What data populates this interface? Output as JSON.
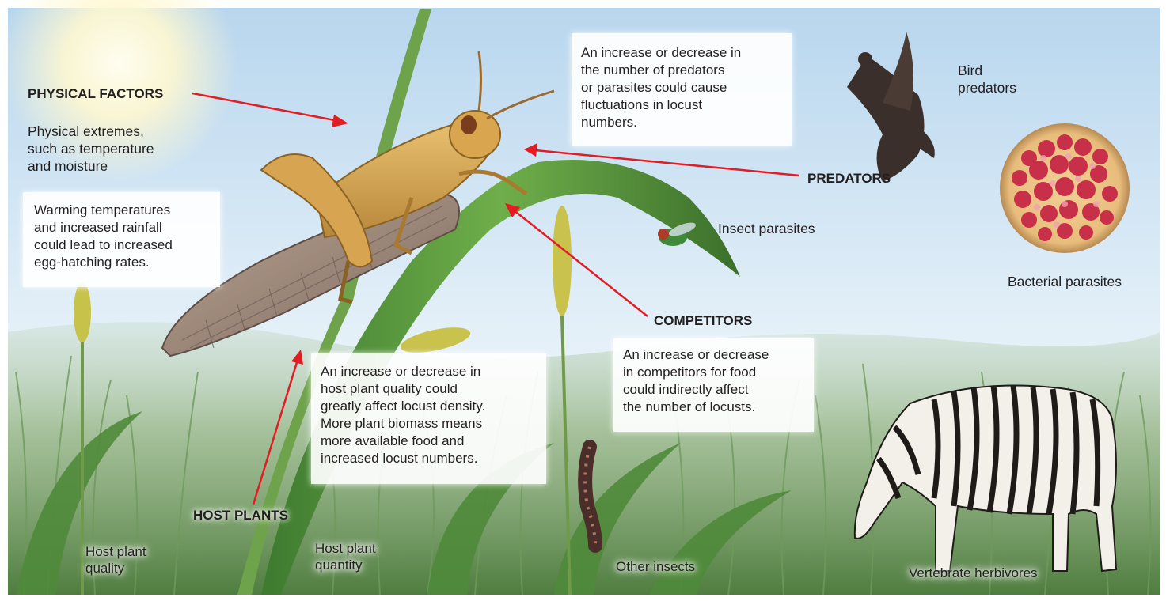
{
  "headings": {
    "physical_factors": "PHYSICAL FACTORS",
    "predators": "PREDATORS",
    "competitors": "COMPETITORS",
    "host_plants": "HOST PLANTS"
  },
  "physical": {
    "description": "Physical extremes,\nsuch as temperature\nand moisture",
    "box": "Warming temperatures\nand increased rainfall\ncould lead to increased\negg-hatching rates."
  },
  "predators": {
    "box": "An increase or decrease in\nthe number of predators\nor parasites could cause\nfluctuations in locust\nnumbers.",
    "bird_label": "Bird\npredators",
    "insect_label": "Insect parasites",
    "bacteria_label": "Bacterial parasites"
  },
  "competitors": {
    "box": "An increase or decrease\nin competitors for food\ncould indirectly affect\nthe number of locusts.",
    "insects_label": "Other insects",
    "herbivores_label": "Vertebrate herbivores"
  },
  "host_plants": {
    "box": "An increase or decrease in\nhost plant quality could\ngreatly affect locust density.\nMore plant biomass means\nmore available food and\nincreased locust numbers.",
    "quality_label": "Host plant\nquality",
    "quantity_label": "Host plant\nquantity"
  },
  "colors": {
    "arrow": "#e31b23",
    "sky_top": "#b9d7ee",
    "grass": "#6f9a5a"
  }
}
